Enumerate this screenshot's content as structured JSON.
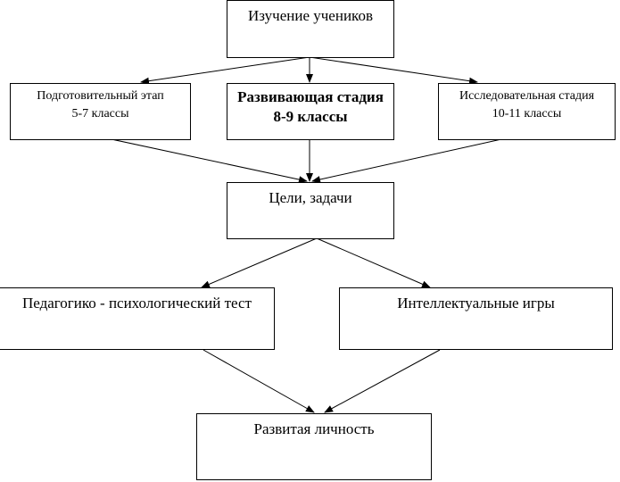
{
  "nodes": {
    "study": "Изучение учеников",
    "prep_title": "Подготовительный этап",
    "prep_sub": "5-7 классы",
    "dev_title": "Развивающая стадия",
    "dev_sub": "8-9 классы",
    "research_title": "Исследовательная  стадия",
    "research_sub": "10-11 классы",
    "goals": "Цели, задачи",
    "test": "Педагогико - психологический тест",
    "games": "Интеллектуальные игры",
    "result": "Развитая личность"
  }
}
